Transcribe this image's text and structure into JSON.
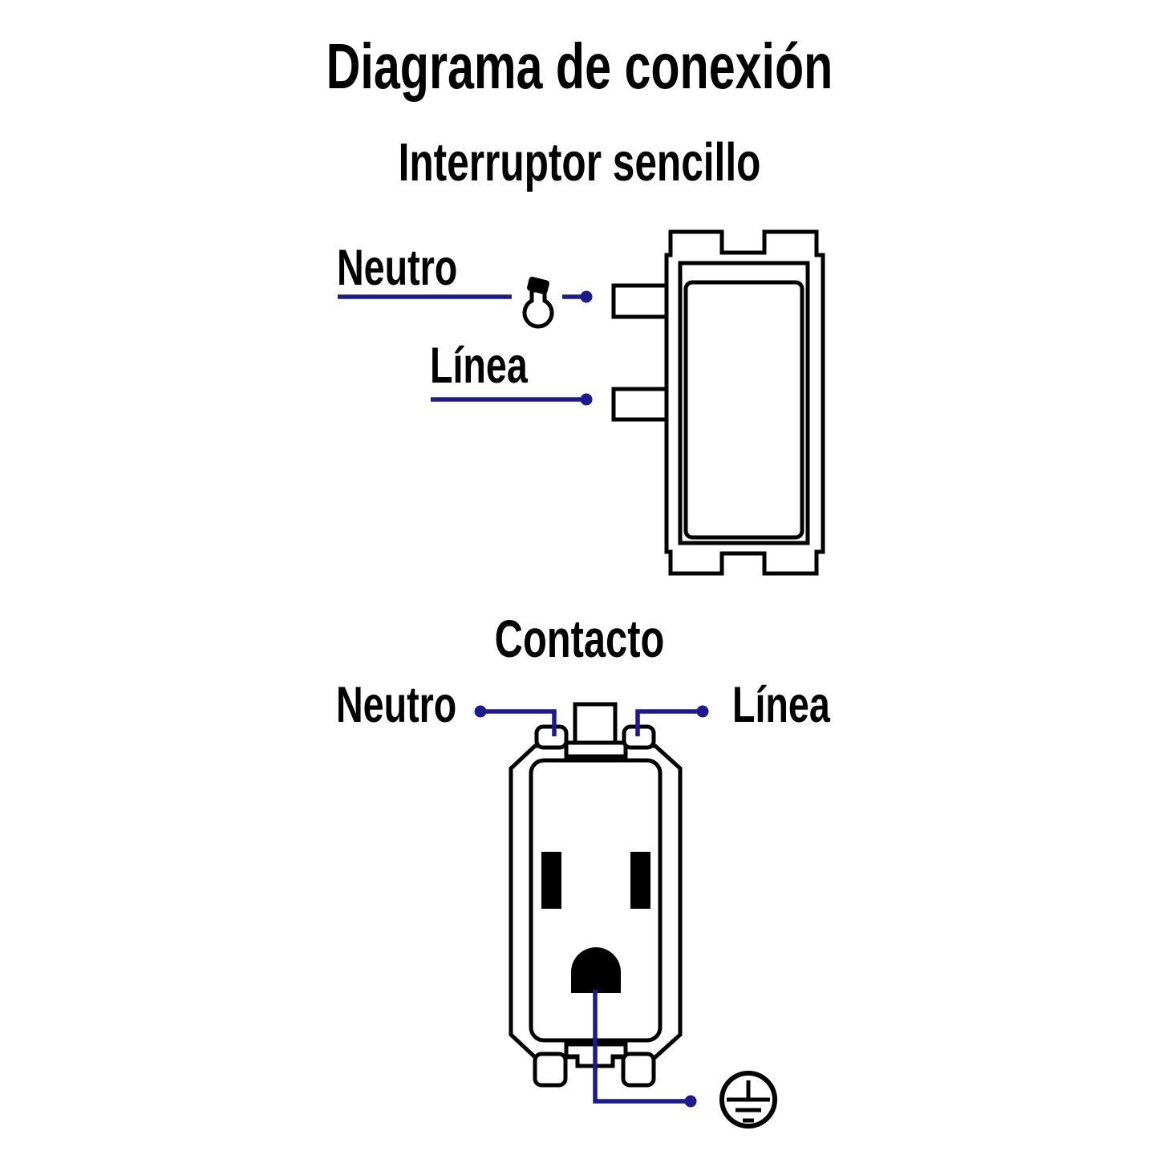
{
  "colors": {
    "ink": "#000000",
    "wire": "#1b1b8f",
    "background": "#ffffff"
  },
  "title": "Diagrama de conexión",
  "switch_section": {
    "subtitle": "Interruptor sencillo",
    "neutral_label": "Neutro",
    "line_label": "Línea",
    "icons": [
      "light-bulb-icon",
      "switch-module-drawing",
      "connection-dot"
    ]
  },
  "outlet_section": {
    "subtitle": "Contacto",
    "neutral_label": "Neutro",
    "line_label": "Línea",
    "icons": [
      "outlet-module-drawing",
      "ground-symbol-icon",
      "connection-dot"
    ]
  }
}
